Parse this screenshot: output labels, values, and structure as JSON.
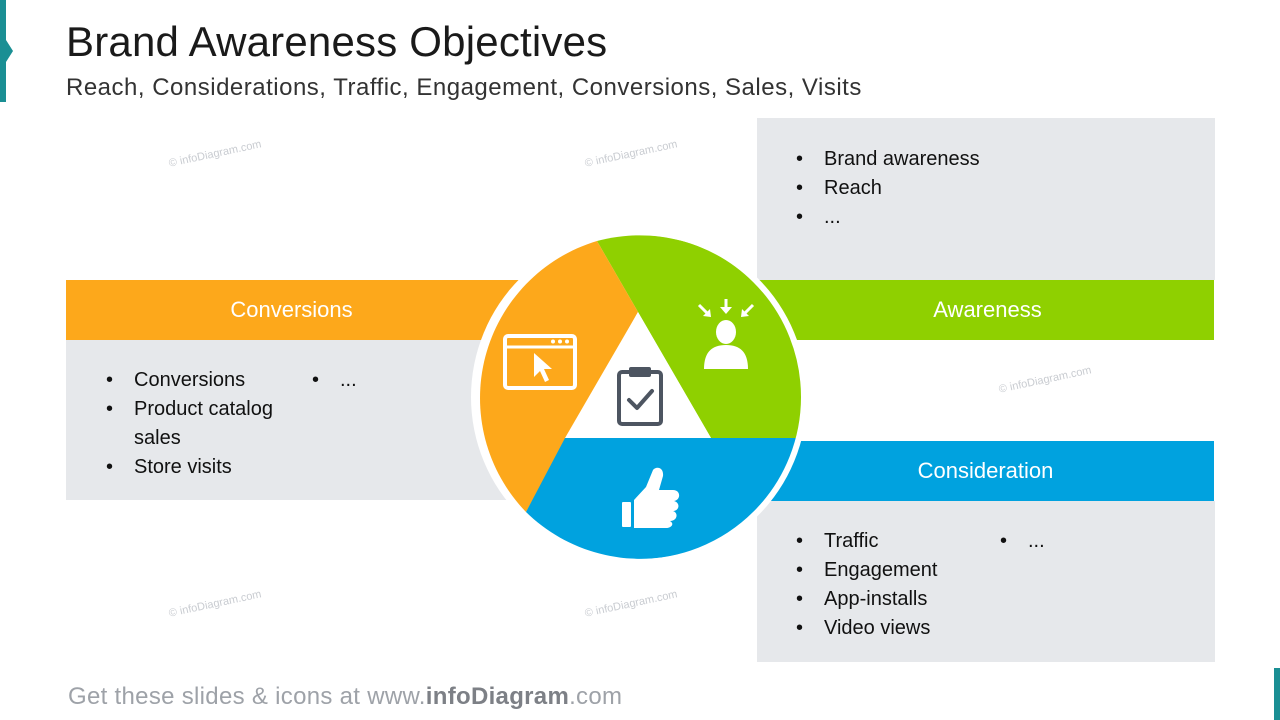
{
  "title": "Brand Awareness Objectives",
  "subtitle": "Reach, Considerations, Traffic, Engagement, Conversions, Sales, Visits",
  "colors": {
    "orange": "#fda81b",
    "green": "#8fd000",
    "blue": "#00a2df",
    "panel": "#e6e8eb",
    "icon_gray": "#4d5561"
  },
  "sections": {
    "conversions": {
      "label": "Conversions",
      "items_col1": [
        "Conversions",
        "Product catalog sales",
        "Store visits"
      ],
      "items_col2": [
        "..."
      ]
    },
    "awareness": {
      "label": "Awareness",
      "items": [
        "Brand awareness",
        "Reach",
        "..."
      ]
    },
    "consideration": {
      "label": "Consideration",
      "items_col1": [
        "Traffic",
        "Engagement",
        "App-installs",
        "Video views"
      ],
      "items_col2": [
        "..."
      ]
    }
  },
  "icons": {
    "conversions": "browser-cursor-icon",
    "awareness": "person-focus-icon",
    "consideration": "thumbs-up-icon",
    "center": "clipboard-check-icon"
  },
  "watermark": "© infoDiagram.com",
  "footer": {
    "prefix": "Get these slides & icons at www.",
    "brand": "infoDiagram",
    "suffix": ".com"
  }
}
